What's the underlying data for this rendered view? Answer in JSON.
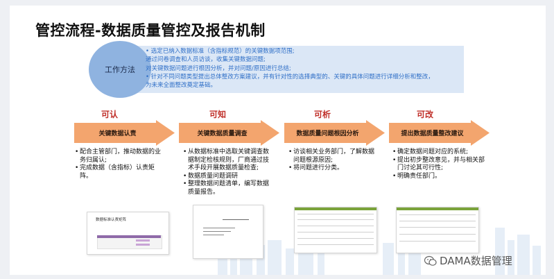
{
  "slide": {
    "title": "管控流程-数据质量管控及报告机制"
  },
  "method": {
    "label": "工作方法",
    "lines": [
      "• 选定已纳入数据标准（含指标规范）的关键数据项范围;",
      "  通过问卷调查和人员访谈，收集关键数据问题;",
      "  对关键数据问题进行根因分析，并对问题/原因进行总结;",
      "• 针对不同问题类型提出总体整改方案建议，并有针对性的选择典型的、关键的具体问题进行详细分析和整改，",
      "  为未来全面整改奠定基础。"
    ]
  },
  "stages": [
    {
      "label": "可认",
      "arrow": "关键数据认责",
      "bullets": [
        "配合主管部门，推动数据的业务归属认;",
        "完成数据（含指标）认责矩阵。"
      ]
    },
    {
      "label": "可知",
      "arrow": "关键数据质量调查",
      "bullets": [
        "从数据标准中选取关键调查数据制定检核规则，厂商通过技术手段开展数据质量检查;",
        "数据质量问题调研",
        "整理数据问题清单，编写数据质量报告。"
      ]
    },
    {
      "label": "可析",
      "arrow": "数据质量问题根因分析",
      "bullets": [
        "访谈相关业务部门，了解数据问题根源原因;",
        "将问题进行分类。"
      ]
    },
    {
      "label": "可改",
      "arrow": "提出数据质量整改建议",
      "bullets": [
        "确定数据问题对应的系统;",
        "提出初步整改意见，并与相关部门讨论其可行性;",
        "明确责任部门。"
      ]
    }
  ],
  "documents": {
    "doc1_title": "数据标准认责矩阵"
  },
  "colors": {
    "arrow_fill": "#f3a56e",
    "stage_label": "#c0302a",
    "method_text": "#2f6fc7",
    "method_box": "#dbe7f6",
    "method_circle": "#8fb3e0"
  },
  "watermark": {
    "icon": "wechat-icon",
    "text": "DAMA数据管理"
  }
}
